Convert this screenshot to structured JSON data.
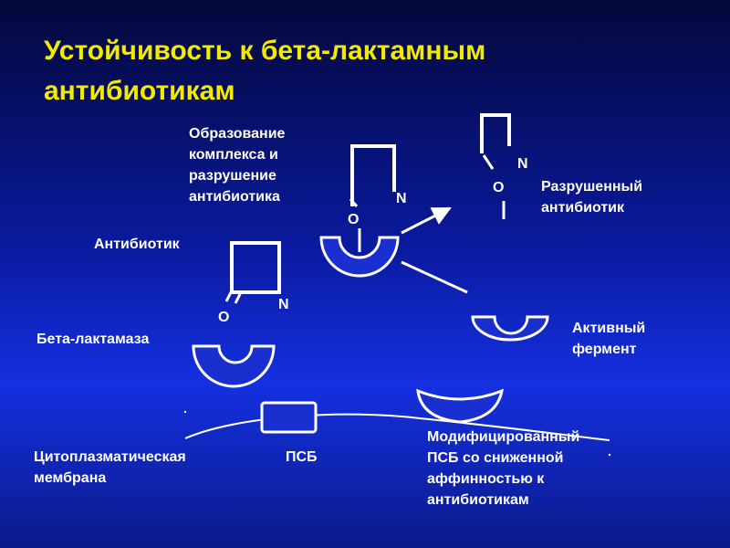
{
  "title": {
    "line1": "Устойчивость к бета-лактамным",
    "line2": "антибиотикам"
  },
  "labels": {
    "complex": [
      "Образование",
      "комплекса и",
      "разрушение",
      "антибиотика"
    ],
    "destroyed": [
      "Разрушенный",
      "антибиотик"
    ],
    "antibiotic": "Антибиотик",
    "beta_lactamase": "Бета-лактамаза",
    "active_enzyme": [
      "Активный",
      "фермент"
    ],
    "membrane": [
      "Цитоплазматическая",
      "мембрана"
    ],
    "psb": "ПСБ",
    "modified_psb": [
      "Модифицированный",
      "ПСБ со сниженной",
      "аффинностью к",
      "антибиотикам"
    ]
  },
  "atoms": {
    "oxygen": "O",
    "nitrogen": "N"
  },
  "colors": {
    "title": "#f2ea00",
    "text": "#ffffff",
    "enzyme_fill": "#1a2fd0",
    "stroke": "#ffffff",
    "bg_mid": "#0a1a9e"
  }
}
